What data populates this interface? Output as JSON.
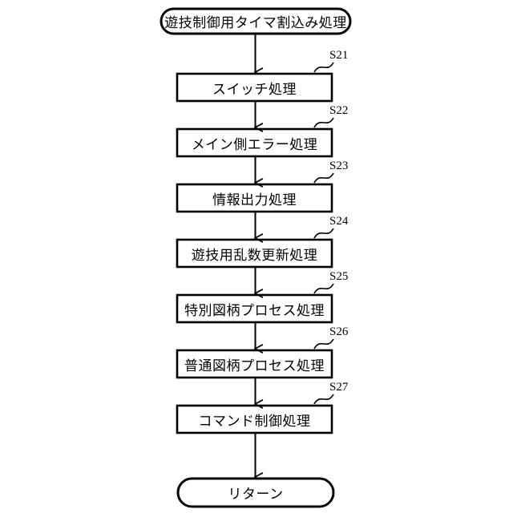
{
  "figure": {
    "type": "flowchart",
    "orientation": "vertical",
    "background_color": "#ffffff",
    "stroke_color": "#000000",
    "fill_color": "#ffffff"
  },
  "start": {
    "shape": "terminator",
    "label": "遊技制御用タイマ割込み処理"
  },
  "steps": [
    {
      "tag": "S21",
      "label": "スイッチ処理"
    },
    {
      "tag": "S22",
      "label": "メイン側エラー処理"
    },
    {
      "tag": "S23",
      "label": "情報出力処理"
    },
    {
      "tag": "S24",
      "label": "遊技用乱数更新処理"
    },
    {
      "tag": "S25",
      "label": "特別図柄プロセス処理"
    },
    {
      "tag": "S26",
      "label": "普通図柄プロセス処理"
    },
    {
      "tag": "S27",
      "label": "コマンド制御処理"
    }
  ],
  "end": {
    "shape": "terminator",
    "label": "リターン"
  }
}
